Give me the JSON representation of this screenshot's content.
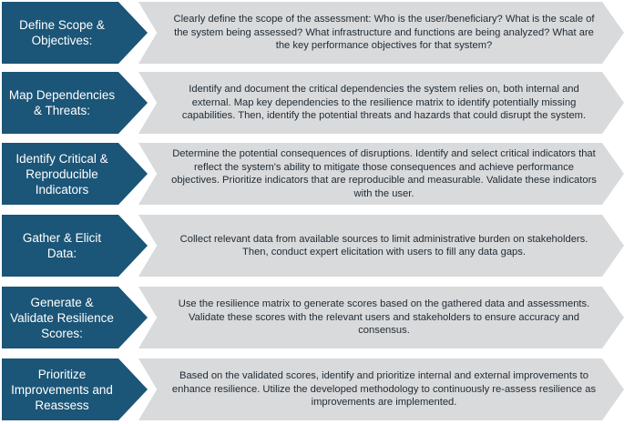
{
  "steps": [
    {
      "label": "Define Scope & Objectives:",
      "description": "Clearly define the scope of the assessment: Who is the user/beneficiary? What is the scale of the system being assessed? What infrastructure and functions are being analyzed? What are the key performance objectives for that system?"
    },
    {
      "label": "Map Dependencies & Threats:",
      "description": "Identify and document the critical dependencies the system relies on, both internal and external. Map key dependencies to the resilience matrix to identify potentially missing capabilities. Then, identify the potential threats and hazards that could disrupt the system."
    },
    {
      "label": "Identify Critical & Reproducible Indicators",
      "description": "Determine the potential consequences of disruptions. Identify and select critical indicators that reflect the system's ability to mitigate those consequences and achieve performance objectives. Prioritize indicators that are reproducible and measurable. Validate these indicators with the user."
    },
    {
      "label": "Gather & Elicit Data:",
      "description": "Collect relevant data from available sources to limit administrative burden on stakeholders. Then, conduct expert elicitation with users to fill any data gaps."
    },
    {
      "label": "Generate & Validate Resilience Scores:",
      "description": "Use the resilience matrix to generate scores based on the gathered data and assessments. Validate these scores with the relevant users and stakeholders to ensure accuracy and consensus."
    },
    {
      "label": "Prioritize Improvements and Reassess",
      "description": "Based on the validated scores, identify and prioritize internal and external improvements to enhance resilience. Utilize the developed methodology to continuously re-assess resilience as improvements are implemented."
    }
  ],
  "colors": {
    "step_fill": "#1b5577",
    "description_fill": "#d9dadb",
    "step_text": "#ffffff",
    "description_text": "#1e2a34"
  }
}
